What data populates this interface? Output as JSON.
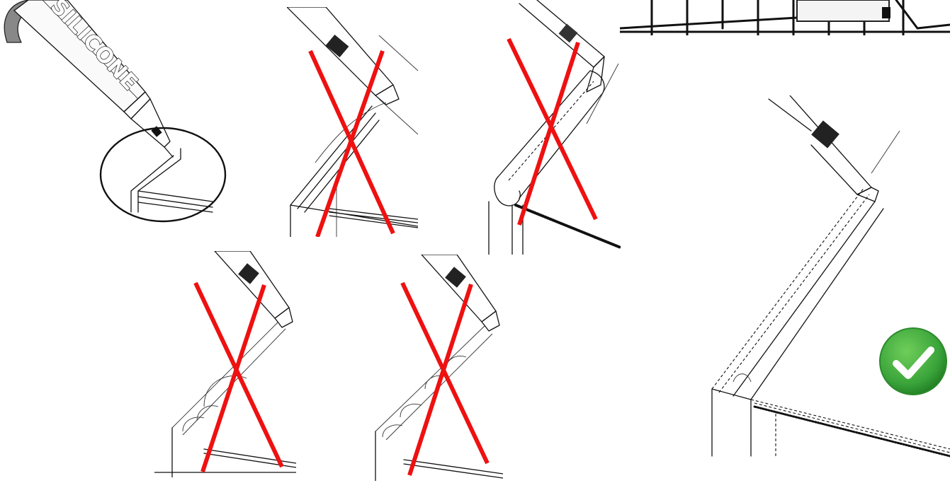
{
  "tube_label": "SILICONE",
  "colors": {
    "cross": "#ee1111",
    "check": "#3aa43a",
    "ink": "#111111"
  },
  "panels": [
    {
      "id": "silicone-gun-detail",
      "mark": "none"
    },
    {
      "id": "wrong-bead-1",
      "mark": "cross"
    },
    {
      "id": "wrong-bead-2",
      "mark": "cross"
    },
    {
      "id": "wrong-bead-3",
      "mark": "cross"
    },
    {
      "id": "wrong-bead-4",
      "mark": "cross"
    },
    {
      "id": "correct-bead",
      "mark": "check"
    }
  ],
  "icons": {
    "correct": "check-circle-icon",
    "incorrect": "red-x-icon"
  }
}
